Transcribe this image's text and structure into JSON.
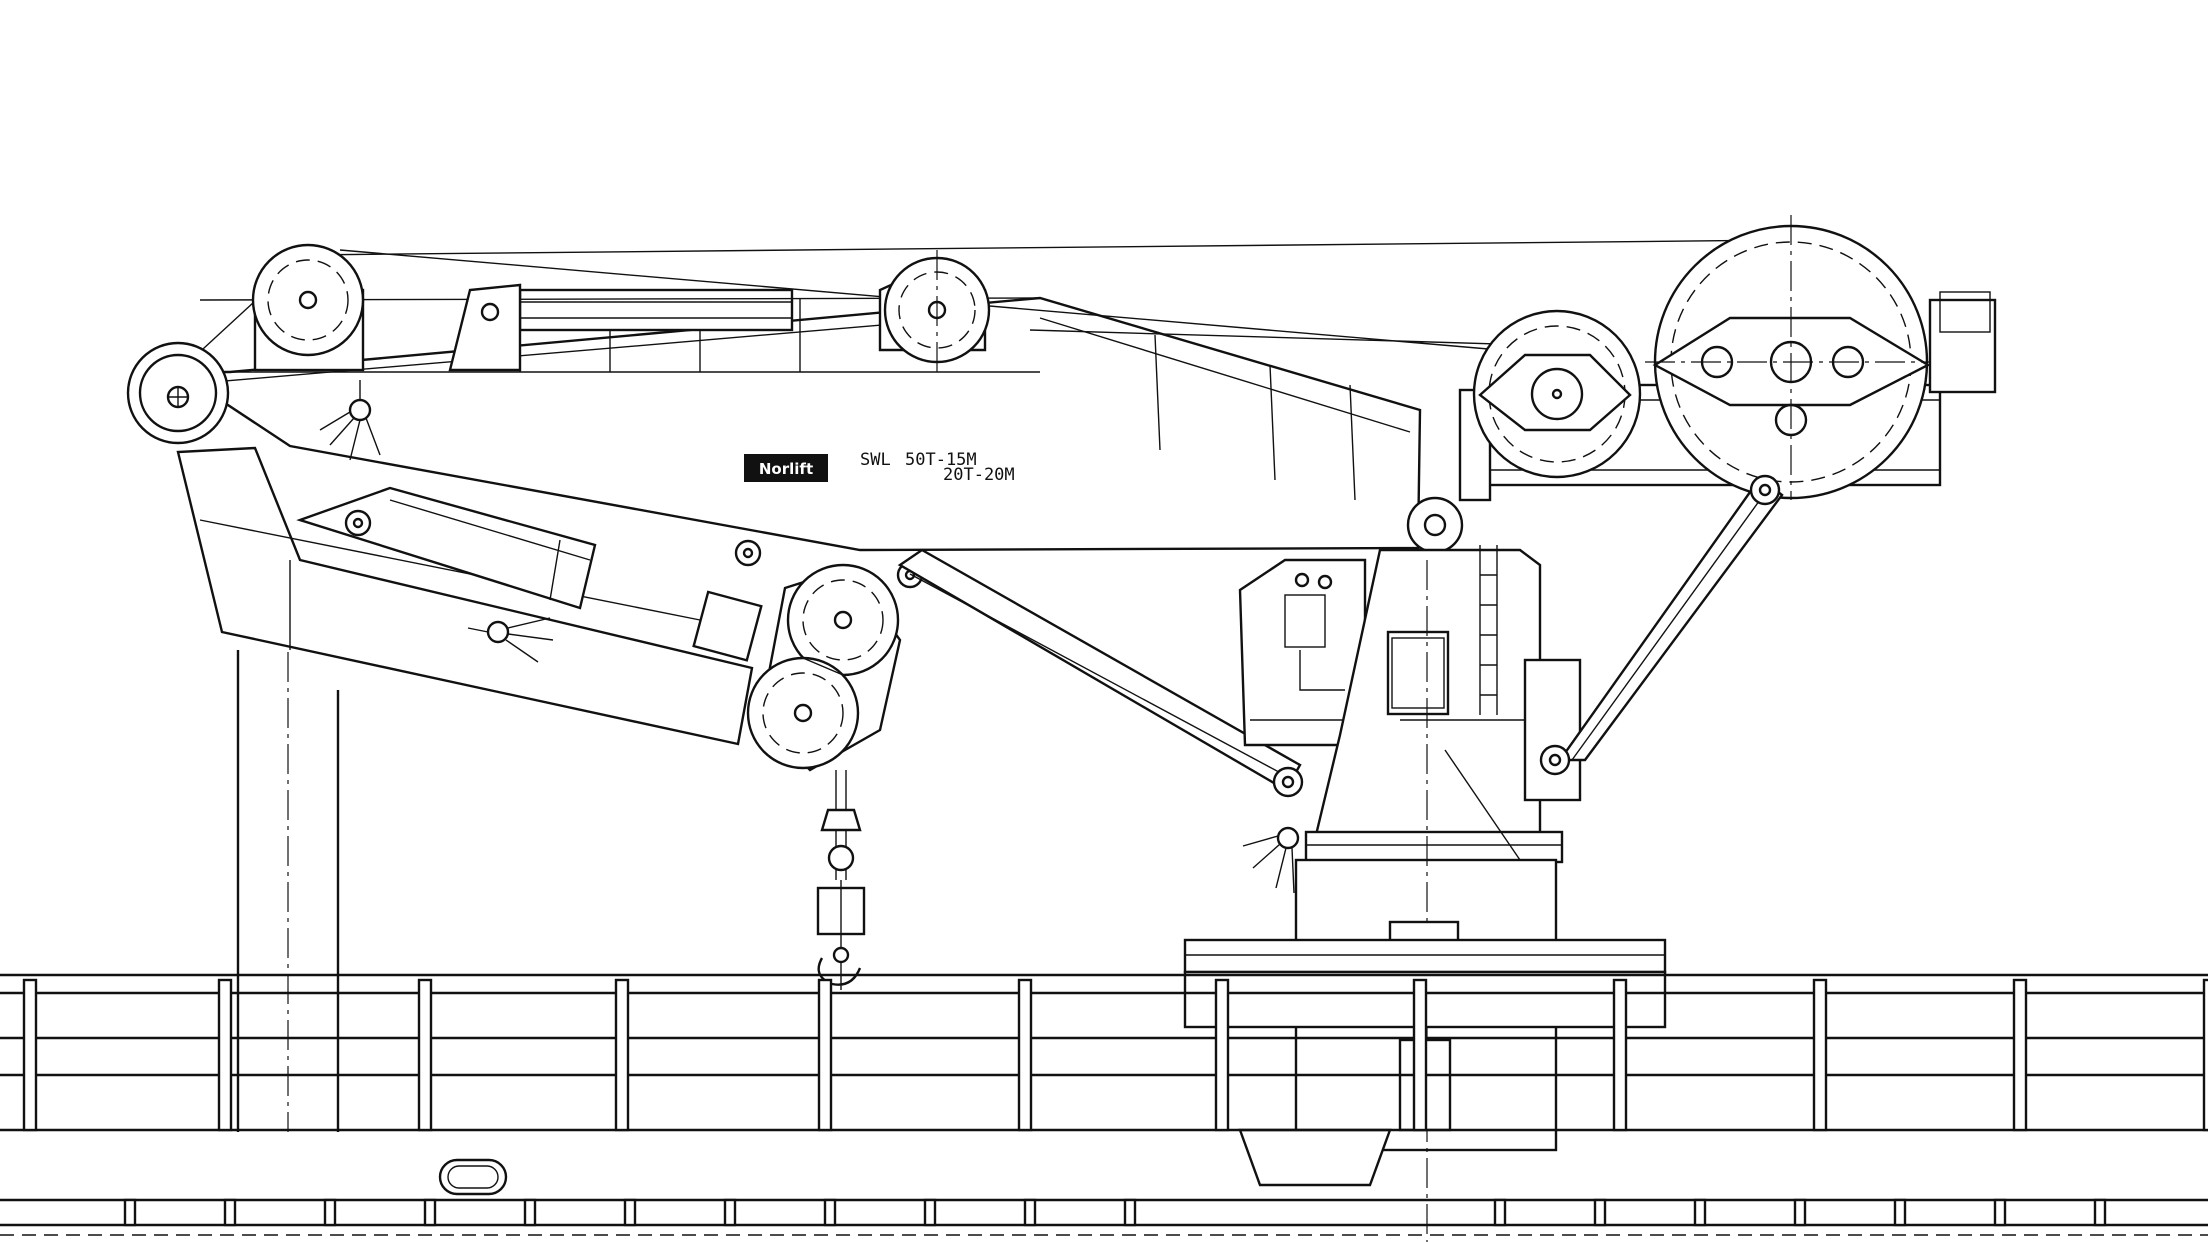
{
  "drawing": {
    "logo_text": "Norlift",
    "swl_label": "SWL",
    "swl_rating_1": "50T-15M",
    "swl_rating_2": "20T-20M"
  },
  "icons": [
    "crane-boom",
    "winch-drum",
    "sheave",
    "hook-block",
    "floodlight",
    "operator-cabin",
    "deck-railing",
    "pedestal"
  ],
  "colors": {
    "line": "#111111",
    "background": "#ffffff"
  }
}
